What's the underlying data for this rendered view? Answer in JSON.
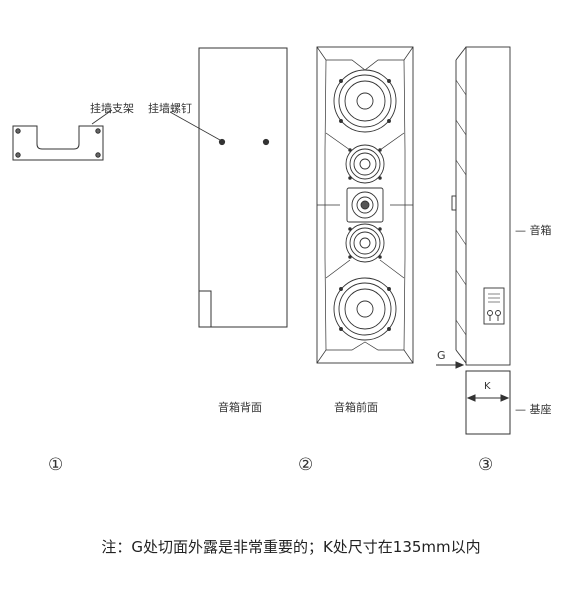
{
  "labels": {
    "bracket": "挂墙支架",
    "screw": "挂墙螺钉",
    "back_view": "音箱背面",
    "front_view": "音箱前面",
    "speaker": "— 音箱",
    "base": "— 基座",
    "gap": "G",
    "depth": "K"
  },
  "steps": [
    "①",
    "②",
    "③"
  ],
  "note": "注：G处切面外露是非常重要的；K处尺寸在135mm以内"
}
